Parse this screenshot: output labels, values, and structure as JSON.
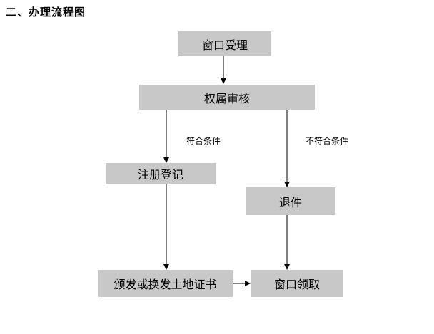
{
  "title": "二、办理流程图",
  "colors": {
    "box_fill": "#c8c8c8",
    "line": "#000000",
    "text": "#000000",
    "background": "#ffffff"
  },
  "nodes": {
    "window_accept": "窗口受理",
    "ownership_review": "权属审核",
    "register": "注册登记",
    "return_docs": "退件",
    "issue_certificate": "颁发或换发土地证书",
    "window_collect": "窗口领取"
  },
  "edge_labels": {
    "qualified": "符合条件",
    "not_qualified": "不符合条件"
  }
}
